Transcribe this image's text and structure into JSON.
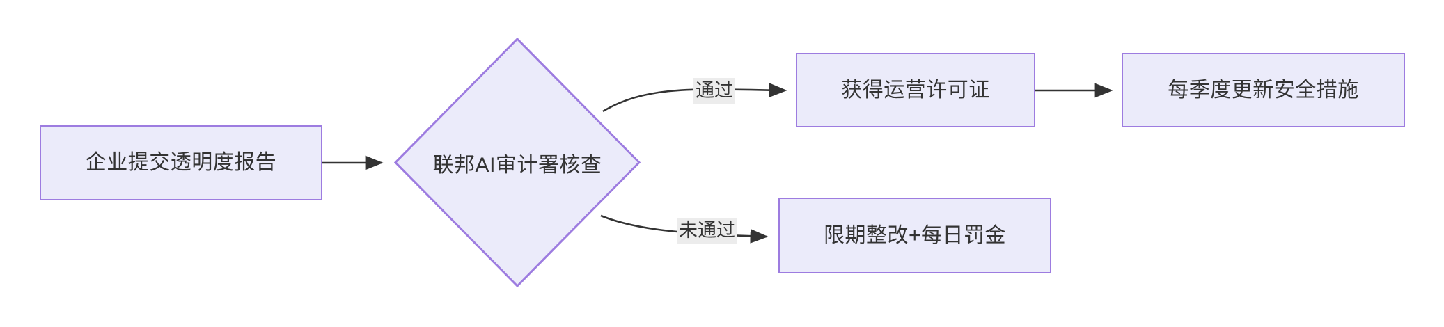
{
  "diagram": {
    "type": "flowchart",
    "direction": "left-to-right",
    "background": "#ffffff",
    "node_fill": "#ebebfa",
    "node_border": "#9d7ce0",
    "text_color": "#333333",
    "edge_color": "#333333",
    "edge_label_bg": "#ececec",
    "nodes": [
      {
        "id": "start",
        "shape": "rect",
        "label": "企业提交透明度报告"
      },
      {
        "id": "decide",
        "shape": "diamond",
        "label": "联邦AI审计署核查"
      },
      {
        "id": "pass",
        "shape": "rect",
        "label": "获得运营许可证"
      },
      {
        "id": "quarter",
        "shape": "rect",
        "label": "每季度更新安全措施"
      },
      {
        "id": "fail",
        "shape": "rect",
        "label": "限期整改+每日罚金"
      }
    ],
    "edges": [
      {
        "from": "start",
        "to": "decide",
        "label": ""
      },
      {
        "from": "decide",
        "to": "pass",
        "label": "通过"
      },
      {
        "from": "decide",
        "to": "fail",
        "label": "未通过"
      },
      {
        "from": "pass",
        "to": "quarter",
        "label": ""
      }
    ]
  }
}
